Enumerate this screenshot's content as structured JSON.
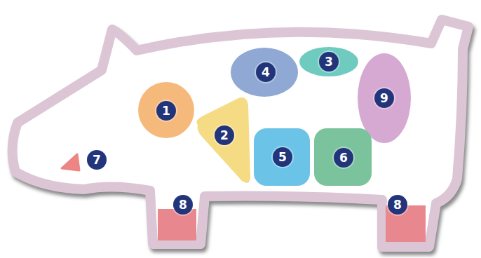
{
  "diagram": {
    "labels": [
      "3",
      "4",
      "9",
      "1",
      "2",
      "5",
      "6",
      "7",
      "8",
      "8"
    ]
  }
}
